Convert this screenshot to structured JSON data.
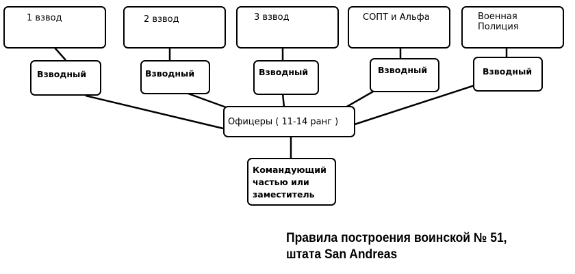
{
  "units": [
    {
      "name": "1 взвод",
      "leader": "Взводный"
    },
    {
      "name": "2 взвод",
      "leader": "Взводный"
    },
    {
      "name": "3 взвод",
      "leader": "Взводный"
    },
    {
      "name": "СОПТ и Альфа",
      "leader": "Взводный"
    },
    {
      "name": "Военная\nПолиция",
      "leader": "Взводный"
    }
  ],
  "officers": "Офицеры ( 11-14 ранг )",
  "commander": "Командующий\nчастью или\nзаместитель",
  "caption": {
    "line1": "Правила построения воинской № 51,",
    "line2": "штата San Andreas"
  }
}
